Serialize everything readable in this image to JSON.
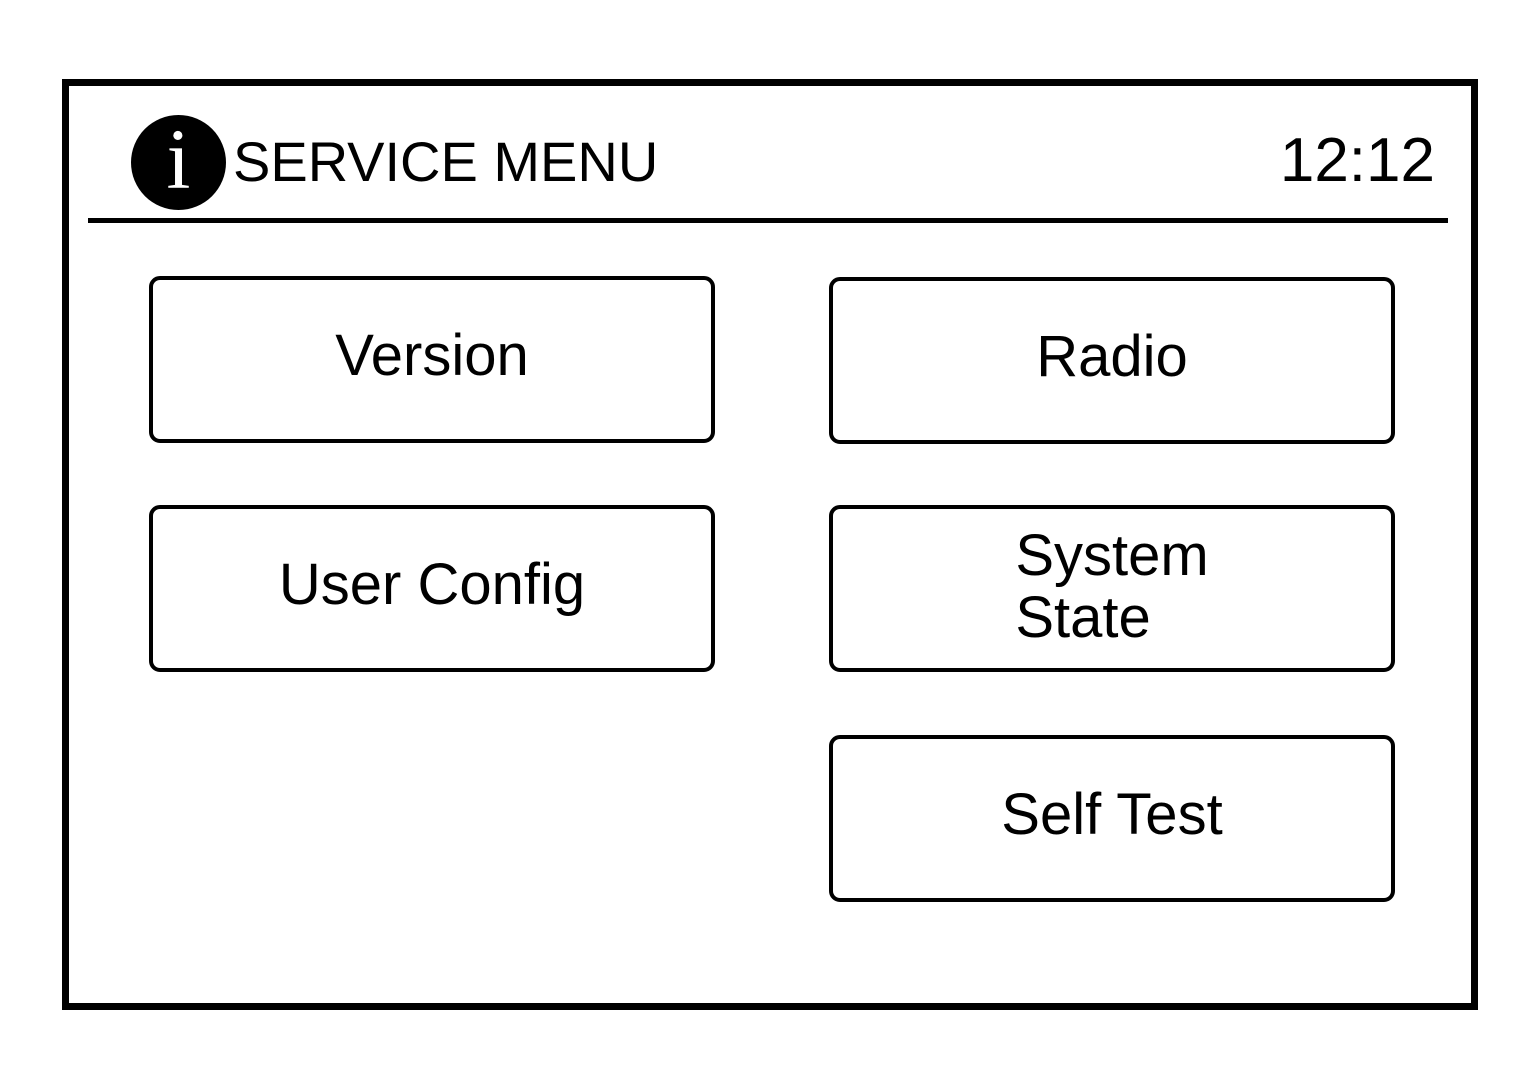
{
  "screen": {
    "background_color": "#ffffff",
    "foreground_color": "#000000"
  },
  "header": {
    "icon": "info-icon",
    "icon_glyph": "i",
    "title": "SERVICE MENU",
    "clock": "12:12"
  },
  "menu": {
    "left_column": [
      {
        "label": "Version",
        "name": "version"
      },
      {
        "label": "User Config",
        "name": "user-config"
      }
    ],
    "right_column": [
      {
        "label": "Radio",
        "name": "radio"
      },
      {
        "label": "System\nState",
        "name": "system-state"
      },
      {
        "label": "Self Test",
        "name": "self-test"
      }
    ]
  }
}
